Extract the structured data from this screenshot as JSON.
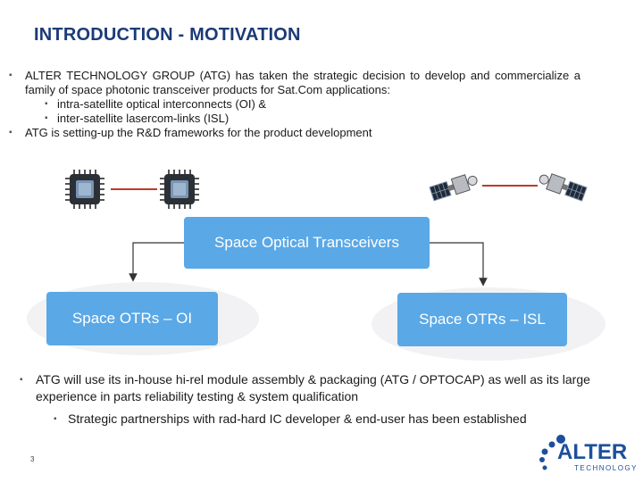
{
  "title": "INTRODUCTION - MOTIVATION",
  "bullets_top": [
    "ALTER TECHNOLOGY GROUP (ATG) has taken the strategic decision to develop and commercialize a family of space photonic transceiver products for Sat.Com applications:",
    "intra-satellite optical interconnects (OI) &",
    "inter-satellite lasercom-links (ISL)",
    "ATG is setting-up the R&D frameworks for the product development"
  ],
  "diagram": {
    "main": "Space Optical Transceivers",
    "left": "Space OTRs – OI",
    "right": "Space OTRs – ISL",
    "colors": {
      "box": "#5aa8e6",
      "laser": "#c0392b",
      "title": "#1b3a78"
    }
  },
  "bullets_bottom": [
    "ATG will use its in-house hi-rel module assembly & packaging (ATG / OPTOCAP) as well as its large experience in parts reliability testing & system qualification",
    "Strategic partnerships with rad-hard IC developer & end-user has been established"
  ],
  "page_number": "3",
  "logo": {
    "top": "ALTER",
    "bottom": "TECHNOLOGY"
  },
  "bullet_marker": "▪"
}
